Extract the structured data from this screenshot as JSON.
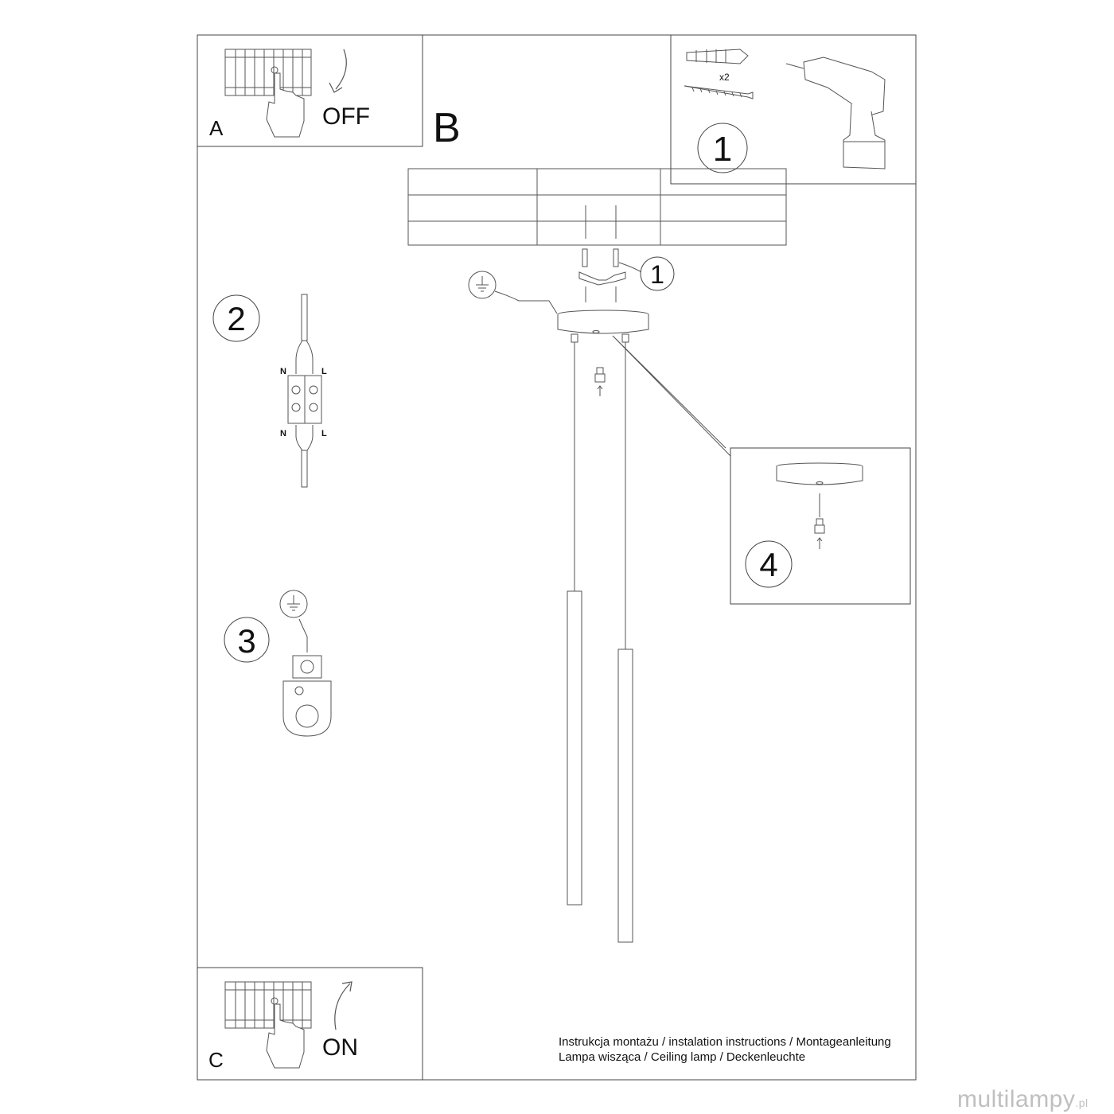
{
  "panels": {
    "a": {
      "letter": "A",
      "switch_label": "OFF"
    },
    "b": {
      "letter": "B"
    },
    "c": {
      "letter": "C",
      "switch_label": "ON"
    }
  },
  "steps": {
    "step1_number": "1",
    "step1_quantity": "x2",
    "step1_callout": "1",
    "step2_number": "2",
    "step3_number": "3",
    "step4_number": "4"
  },
  "terminal": {
    "neutral": "N",
    "live": "L"
  },
  "caption": {
    "line1": "Instrukcja montażu / instalation instructions / Montageanleitung",
    "line2": "Lampa wisząca / Ceiling lamp / Deckenleuchte"
  },
  "watermark": {
    "brand": "multilampy",
    "suffix": ".pl"
  },
  "icons": [
    "circuit-breaker-icon",
    "hand-icon",
    "curved-arrow-icon",
    "drill-icon",
    "wall-plug-icon",
    "screw-icon",
    "ground-symbol-icon",
    "terminal-block-icon",
    "ground-clamp-icon",
    "grub-screw-icon"
  ]
}
